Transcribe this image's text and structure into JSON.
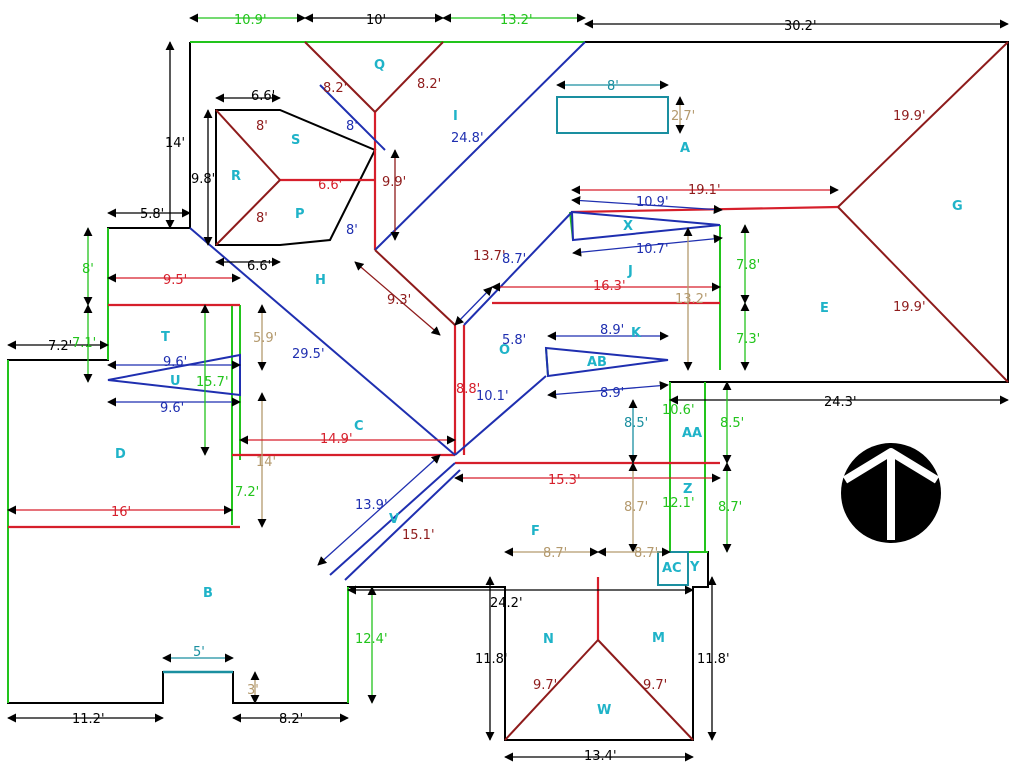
{
  "colors": {
    "outline": "#000000",
    "green": "#22c41c",
    "red": "#d61f2b",
    "blue": "#1f2fb0",
    "maroon": "#8e1b1b",
    "tan": "#b49a6e",
    "teal": "#1a8fa0",
    "label": "#1fb3c8"
  },
  "icons": {
    "north_arrow": "north-arrow-icon"
  },
  "facets": {
    "A": "A",
    "B": "B",
    "C": "C",
    "D": "D",
    "E": "E",
    "F": "F",
    "G": "G",
    "H": "H",
    "I": "I",
    "J": "J",
    "K": "K",
    "M": "M",
    "N": "N",
    "O": "O",
    "P": "P",
    "Q": "Q",
    "R": "R",
    "S": "S",
    "T": "T",
    "U": "U",
    "V": "V",
    "W": "W",
    "X": "X",
    "Y": "Y",
    "Z": "Z",
    "AA": "AA",
    "AB": "AB",
    "AC": "AC"
  },
  "measurements": {
    "top_left_eave": "10.9'",
    "top_mid": "10'",
    "top_right_green": "13.2'",
    "top_right": "30.2'",
    "left_height": "14'",
    "skylight_w": "8'",
    "skylight_h": "2.7'",
    "q_left": "8.2'",
    "q_right": "8.2'",
    "i_valley": "24.8'",
    "g_hip_top": "19.9'",
    "g_hip_bottom": "19.9'",
    "r_top": "6.6'",
    "s_hip": "8'",
    "s_blue": "8'",
    "r_height": "9.8'",
    "rp_ridge": "6.6'",
    "v_99": "9.9'",
    "p_hip": "8'",
    "h_8": "8'",
    "r_bottom": "6.6'",
    "j_top_ridge": "19.1'",
    "x_top": "10.9'",
    "x_bottom": "10.7'",
    "j_13_7": "13.7'",
    "j_8_7": "8.7'",
    "j_16_3": "16.3'",
    "j_13_2": "13.2'",
    "e_7_8": "7.8'",
    "e_7_3": "7.3'",
    "j_9_3": "9.3'",
    "left_5_8": "5.8'",
    "t_8": "8'",
    "t_9_5": "9.5'",
    "t_5_9": "5.9'",
    "t_7_1": "7.1'",
    "d_7_2": "7.2'",
    "u_top": "9.6'",
    "u_bottom": "9.6'",
    "u_15_7": "15.7'",
    "big_valley": "29.5'",
    "o_5_8": "5.8'",
    "k_top": "8.9'",
    "k_bottom": "8.9'",
    "c_8_8": "8.8'",
    "c_10_1": "10.1'",
    "e_bottom": "24.3'",
    "aa_10_6": "10.6'",
    "aa_8_5_left": "8.5'",
    "aa_8_5_right": "8.5'",
    "c_14_9": "14.9'",
    "d_14": "14'",
    "d_7_2b": "7.2'",
    "d_16": "16'",
    "f_15_3": "15.3'",
    "v_13_9": "13.9'",
    "v_15_1": "15.1'",
    "f_8_7_top_left": "8.7'",
    "f_8_7_top_right": "8.7'",
    "z_8_7": "8.7'",
    "z_12_1": "12.1'",
    "z_8_7_right": "8.7'",
    "b_24_2": "24.2'",
    "b_12_4": "12.4'",
    "nm_11_8_left": "11.8'",
    "nm_11_8_right": "11.8'",
    "n_hip": "9.7'",
    "m_hip": "9.7'",
    "w_13_4": "13.4'",
    "b_5": "5'",
    "b_3": "3'",
    "b_11_2": "11.2'",
    "b_8_2": "8.2'"
  }
}
